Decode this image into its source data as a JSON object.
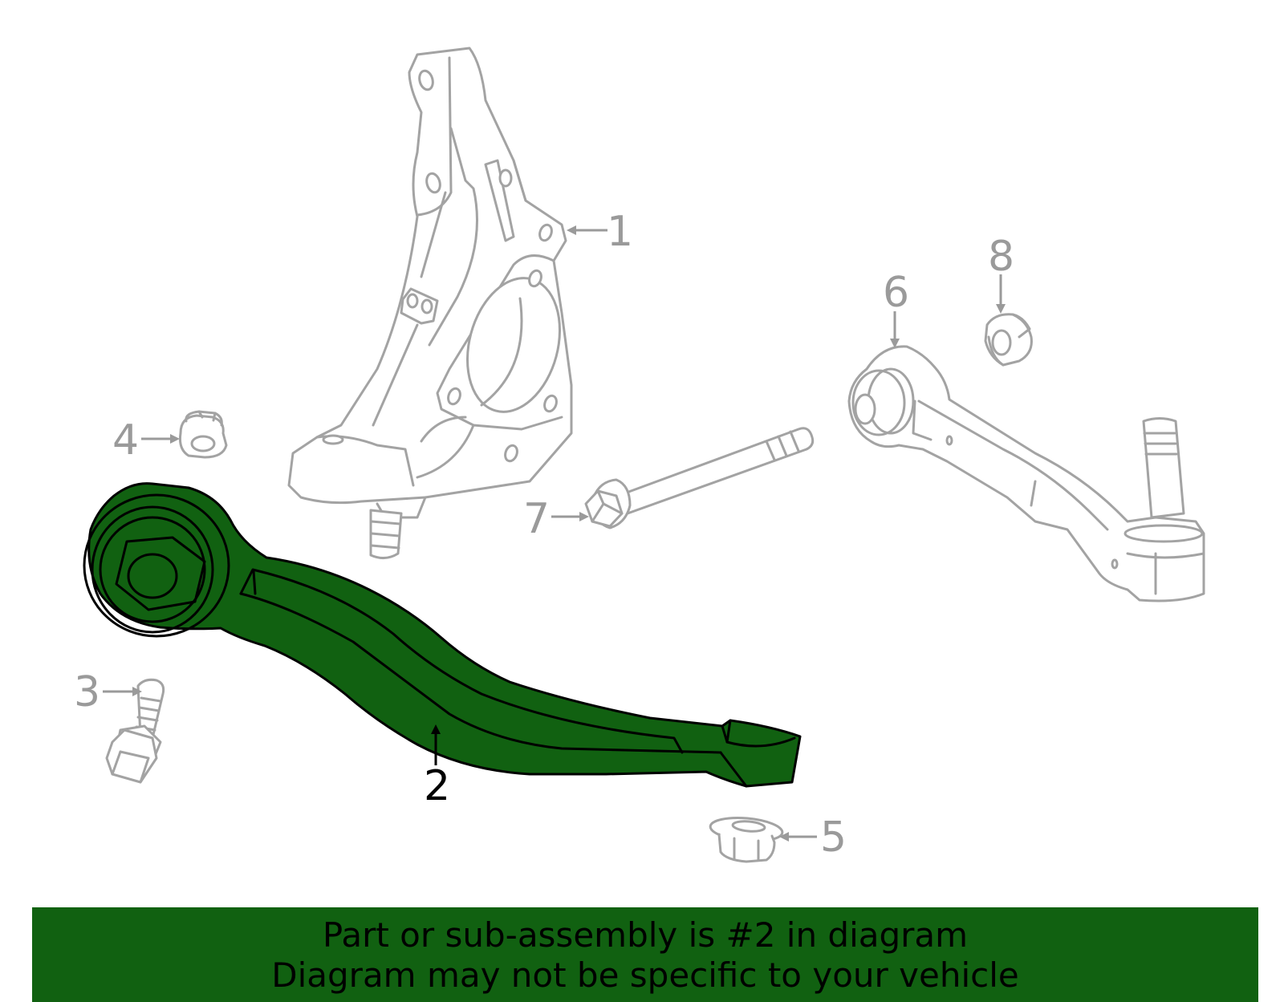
{
  "callouts": {
    "c1": "1",
    "c2": "2",
    "c3": "3",
    "c4": "4",
    "c5": "5",
    "c6": "6",
    "c7": "7",
    "c8": "8"
  },
  "highlighted_part": "2",
  "colors": {
    "highlight_fill": "#116111",
    "banner_background": "#116111",
    "part_outline": "#a3a3a3",
    "callout_text": "#9a9a9a",
    "active_callout_text": "#000000"
  },
  "banner": {
    "line1": "Part or sub-assembly is #2 in diagram",
    "line2": "Diagram may not be specific to your vehicle"
  }
}
